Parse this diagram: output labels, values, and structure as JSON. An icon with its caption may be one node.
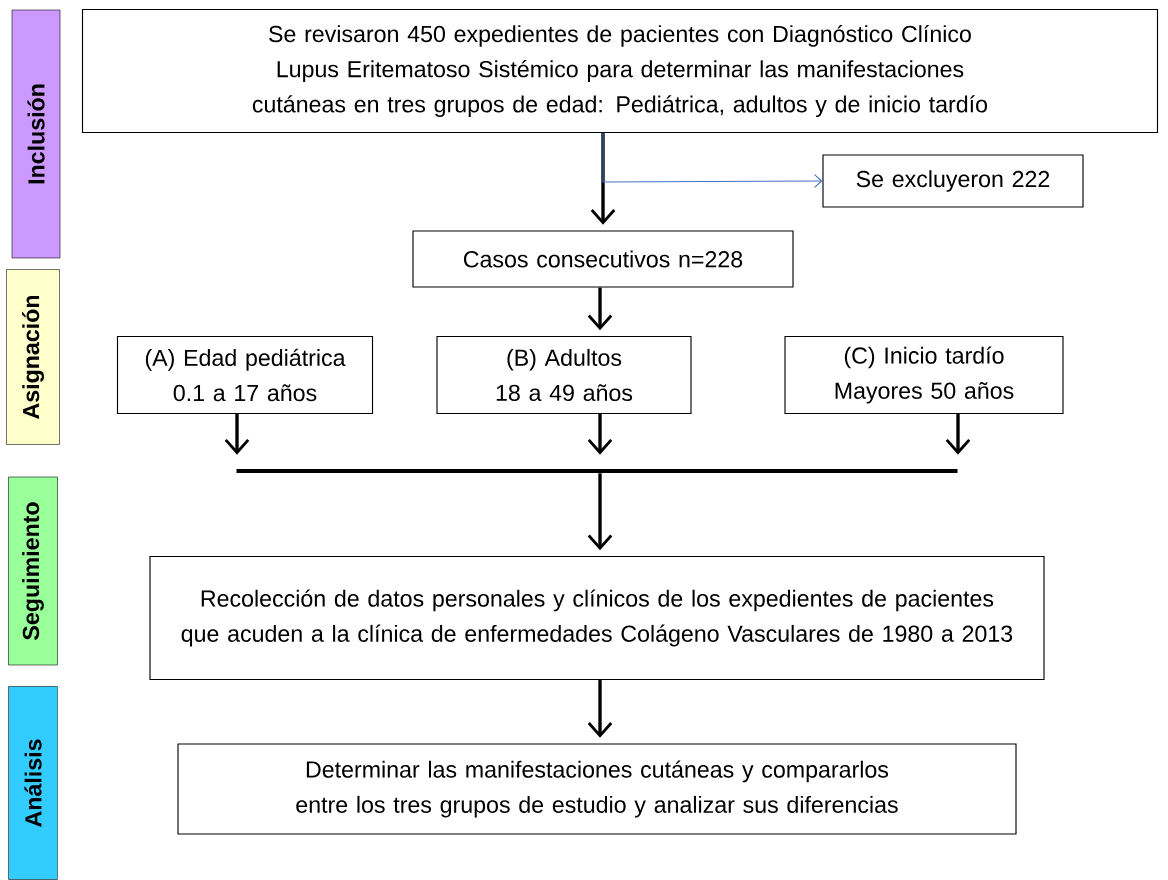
{
  "diagram": {
    "nodes": [
      {
        "text": [
          "Inclusión"
        ]
      },
      {
        "text": [
          "Se revisaron 450 expedientes de pacientes con Diagnóstico Clínico Lupus Eritematoso Sistémico para determinar las manifestaciones cutáneas en tres grupos de edad: Pediátrica, adultos y de inicio tardío"
        ]
      },
      {
        "text": [
          "Se excluyeron 222"
        ]
      },
      {
        "text": [
          "Casos consecutivos n=228"
        ]
      },
      {
        "text": [
          "Asignación"
        ]
      },
      {
        "text": [
          "(A) Edad pediátrica 0.1 a 17 años"
        ]
      },
      {
        "text": [
          "(B) Adultos 18 a 49 años"
        ]
      },
      {
        "text": [
          "(C) Inicio tardío Mayores 50 años"
        ]
      },
      {
        "text": [],
        "shape": "bar"
      },
      {
        "text": [
          "Seguimiento"
        ]
      },
      {
        "text": [
          "Recolección de datos personales y clínicos de los expedientes de pacientes que acuden a la clínica de enfermedades Colágeno Vasculares de 1980 a 2013"
        ]
      },
      {
        "text": [
          "Análisis"
        ]
      },
      {
        "text": [
          "Determinar las manifestaciones cutáneas y compararlos entre los tres grupos de estudio y analizar sus diferencias"
        ]
      }
    ],
    "edges": [
      {
        "from": 1,
        "to": 3,
        "arrow": "to"
      },
      {
        "from": 1,
        "to": 2,
        "arrow": "to",
        "color": "#4472c4"
      },
      {
        "from": 3,
        "to": 6,
        "arrow": "to"
      },
      {
        "from": 5,
        "to": 8,
        "arrow": "to"
      },
      {
        "from": 6,
        "to": 8,
        "arrow": "to"
      },
      {
        "from": 7,
        "to": 8,
        "arrow": "to"
      },
      {
        "from": 8,
        "to": 10,
        "arrow": "to"
      },
      {
        "from": 10,
        "to": 12,
        "arrow": "to"
      }
    ]
  }
}
